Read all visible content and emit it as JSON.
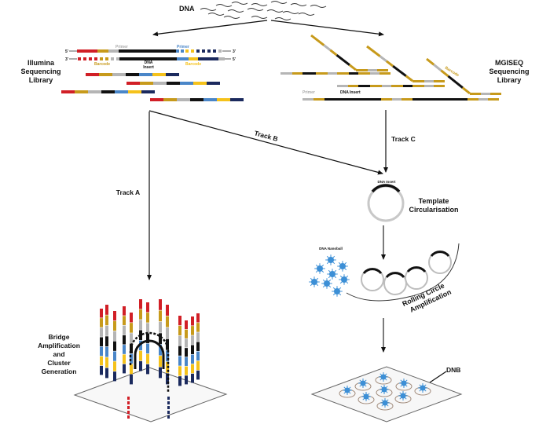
{
  "title_dna": "DNA",
  "illumina": {
    "label_lines": [
      "Illumina",
      "Sequencing",
      "Library"
    ],
    "primer_left": "Primer",
    "primer_right": "Primer",
    "barcode_left": "Barcode",
    "barcode_right": "Barcode",
    "insert_lines": [
      "DNA",
      "Insert"
    ],
    "five_prime": "5'",
    "three_prime": "3'"
  },
  "mgi": {
    "label_lines": [
      "MGISEQ",
      "Sequencing",
      "Library"
    ],
    "primer": "Primer",
    "insert": "DNA Insert",
    "barcode": "Barcode"
  },
  "tracks": {
    "a": "Track A",
    "b": "Track B",
    "c": "Track C"
  },
  "circularisation": {
    "insert_label": "DNA Insert",
    "label_lines": [
      "Template",
      "Circularisation"
    ]
  },
  "rca": {
    "nanoball_label": "DNA Nanoball",
    "label_lines": [
      "Rolling Circle",
      "Amplification"
    ]
  },
  "bridge": {
    "label_lines": [
      "Bridge",
      "Amplification",
      "and",
      "Cluster",
      "Generation"
    ]
  },
  "dnb": {
    "label": "DNB"
  },
  "colors": {
    "red": "#d11f26",
    "gold": "#c79a1b",
    "grey": "#b5b5b5",
    "black": "#111111",
    "blue": "#4a86c8",
    "yellow": "#f5c21b",
    "navy": "#1b2a5e",
    "nanoball": "#3c8fd6"
  }
}
